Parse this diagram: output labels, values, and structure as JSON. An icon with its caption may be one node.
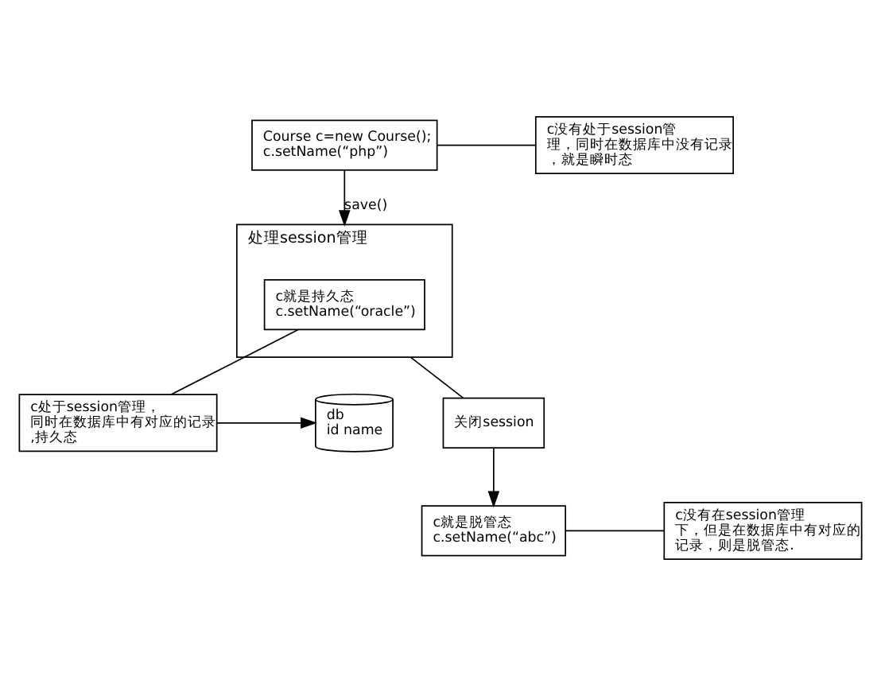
{
  "diagram": {
    "nodes": [
      {
        "text": [
          "Course c=new Course();",
          "c.setName(“php”)"
        ]
      },
      {
        "text": [
          "c没有处于session管理，同时在数据库中没有记录，就是瞬时态"
        ]
      },
      {
        "text": [
          "处理session管理"
        ]
      },
      {
        "text": [
          "c就是持久态",
          "c.setName(“oracle”)"
        ],
        "in": 2
      },
      {
        "text": [
          "c处于session管理，同时在数据库中有对应的记录,持久态"
        ]
      },
      {
        "text": [
          "db",
          "id name"
        ]
      },
      {
        "text": [
          "关闭session"
        ]
      },
      {
        "text": [
          "c就是脱管态",
          "c.setName(“abc”)"
        ]
      },
      {
        "text": [
          "c没有在session管理下，但是在数据库中有对应的记录，则是脱管态."
        ]
      }
    ],
    "edges": [
      {
        "from": 0,
        "to": 1,
        "arrow": "none"
      },
      {
        "from": 0,
        "to": 2,
        "arrow": "to",
        "label": "save()"
      },
      {
        "from": 3,
        "to": 4,
        "arrow": "none"
      },
      {
        "from": 4,
        "to": 5,
        "arrow": "to"
      },
      {
        "from": 2,
        "to": 6,
        "arrow": "none"
      },
      {
        "from": 6,
        "to": 7,
        "arrow": "to"
      },
      {
        "from": 7,
        "to": 8,
        "arrow": "none"
      }
    ]
  }
}
